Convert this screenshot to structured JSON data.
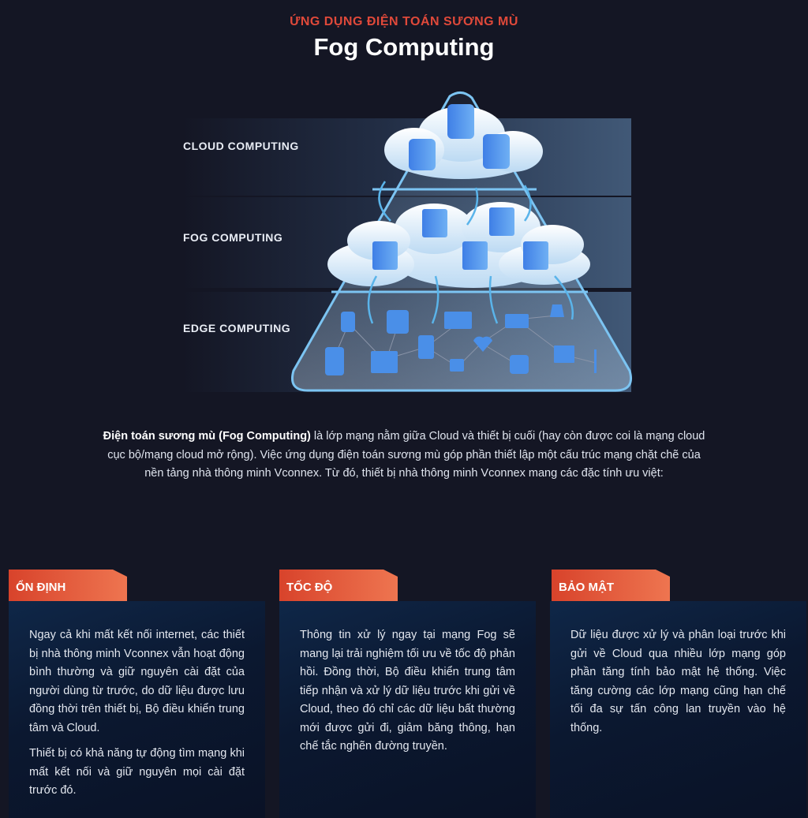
{
  "header": {
    "eyebrow": "ỨNG DỤNG ĐIỆN TOÁN SƯƠNG MÙ",
    "title": "Fog Computing"
  },
  "diagram": {
    "layers": [
      {
        "label": "CLOUD COMPUTING"
      },
      {
        "label": "FOG COMPUTING"
      },
      {
        "label": "EDGE COMPUTING"
      }
    ],
    "colors": {
      "accent": "#4a8fe8",
      "outline": "#7cc4f2",
      "cloud": "#e6f1fb"
    }
  },
  "intro": {
    "bold": "Điện toán sương mù (Fog Computing)",
    "text": " là lớp mạng nằm giữa Cloud và thiết bị cuối (hay còn được coi là mạng cloud cục bộ/mạng cloud mở rộng). Việc ứng dụng điện toán sương mù góp phần thiết lập một cấu trúc mạng chặt chẽ của nền tảng nhà thông minh Vconnex. Từ đó, thiết bị nhà thông minh Vconnex mang các đặc tính ưu việt:"
  },
  "features": [
    {
      "title": "ỔN ĐỊNH",
      "paragraphs": [
        "Ngay cả khi mất kết nối internet, các thiết bị nhà thông minh Vconnex vẫn hoạt động bình thường và giữ nguyên cài đặt của người dùng từ trước, do dữ liệu được lưu đồng thời trên thiết bị, Bộ điều khiển trung tâm và Cloud.",
        "Thiết bị có khả năng tự động tìm mạng khi mất kết nối và giữ nguyên mọi cài đặt trước đó."
      ]
    },
    {
      "title": "TỐC ĐỘ",
      "paragraphs": [
        "Thông tin xử lý ngay tại mạng Fog sẽ mang lại trải nghiệm tối ưu về tốc độ phản hồi. Đồng thời, Bộ điều khiển trung tâm tiếp nhận và xử lý dữ liệu trước khi gửi về Cloud, theo đó chỉ các dữ liệu bất thường mới được gửi đi, giảm băng thông, hạn chế tắc nghẽn đường truyền."
      ]
    },
    {
      "title": "BẢO MẬT",
      "paragraphs": [
        "Dữ liệu được xử lý và phân loại trước khi gửi về Cloud qua nhiều lớp mạng góp phần tăng tính bảo mật hệ thống. Việc tăng cường các lớp mạng cũng hạn chế tối đa sự tấn công lan truyền vào hệ thống."
      ]
    }
  ]
}
